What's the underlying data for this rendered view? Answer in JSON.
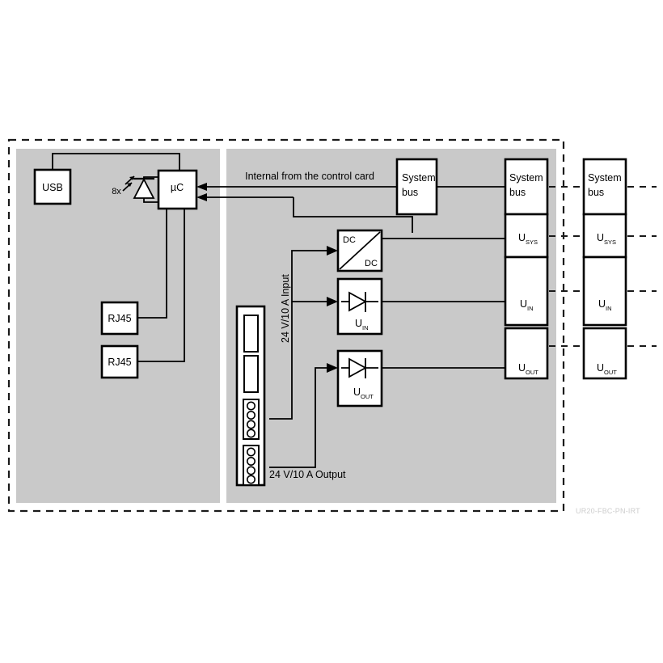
{
  "diagram": {
    "watermark": "UR20-FBC-PN-IRT",
    "colors": {
      "panel_gray": "#c9c9c9",
      "box_fill": "#ffffff",
      "stroke": "#000000",
      "watermark": "#cdcdcd",
      "background": "#ffffff"
    },
    "left_panel": {
      "usb": "USB",
      "mcu": "µC",
      "led_count": "8x",
      "rj45_top": "RJ45",
      "rj45_bottom": "RJ45"
    },
    "center_panel": {
      "internal_label": "Internal from the control card",
      "system_bus": "System bus",
      "system_bus_line1": "System",
      "system_bus_line2": "bus",
      "dcdc_top": "DC",
      "dcdc_bottom": "DC",
      "diode_in_main": "U",
      "diode_in_sub": "IN",
      "diode_out_main": "U",
      "diode_out_sub": "OUT",
      "input_label": "24 V/10 A Input",
      "output_label": "24 V/10 A Output"
    },
    "module_stack_inner": {
      "items": [
        {
          "main": "System",
          "main2": "bus",
          "sub": ""
        },
        {
          "main": "U",
          "main2": "",
          "sub": "SYS"
        },
        {
          "main": "U",
          "main2": "",
          "sub": "IN"
        },
        {
          "main": "U",
          "main2": "",
          "sub": "OUT"
        }
      ]
    },
    "module_stack_outer": {
      "items": [
        {
          "main": "System",
          "main2": "bus",
          "sub": ""
        },
        {
          "main": "U",
          "main2": "",
          "sub": "SYS"
        },
        {
          "main": "U",
          "main2": "",
          "sub": "IN"
        },
        {
          "main": "U",
          "main2": "",
          "sub": "OUT"
        }
      ]
    }
  }
}
